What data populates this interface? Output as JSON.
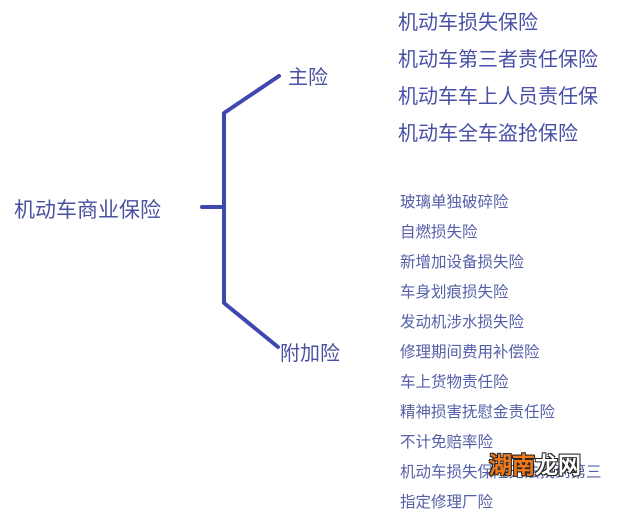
{
  "diagram": {
    "line_color": "#3f48b0",
    "text_color": "#4a52a0",
    "root": {
      "label": "机动车商业保险"
    },
    "branches": {
      "main": {
        "label": "主险",
        "items": [
          "机动车损失保险",
          "机动车第三者责任保险",
          "机动车车上人员责任保",
          "机动车全车盗抢保险"
        ]
      },
      "addon": {
        "label": "附加险",
        "items": [
          "玻璃单独破碎险",
          "自燃损失险",
          "新增加设备损失险",
          "车身划痕损失险",
          "发动机涉水损失险",
          "修理期间费用补偿险",
          "车上货物责任险",
          "精神损害抚慰金责任险",
          "不计免赔率险",
          "机动车损失保险无法找到第三",
          "指定修理厂险"
        ]
      }
    }
  },
  "watermark": {
    "part1": "湖南",
    "part2": "龙网",
    "color1": "#f07a1a",
    "color2": "#ffffff"
  }
}
